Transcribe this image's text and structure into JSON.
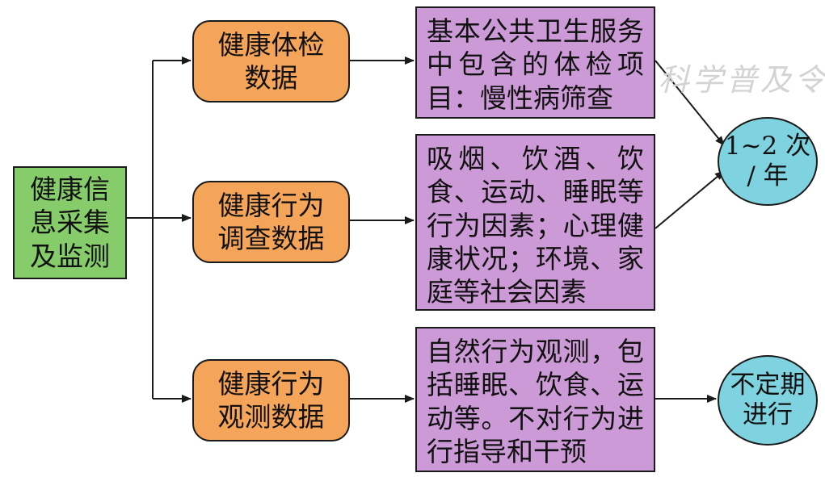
{
  "nodes": {
    "source": "健康信息采集及监测",
    "exam_data": "健康体检数据",
    "survey_data": "健康行为调查数据",
    "observe_data": "健康行为观测数据",
    "exam_detail": "基本公共卫生服务中包含的体检项目：慢性病筛查",
    "survey_detail": "吸烟、饮酒、饮食、运动、睡眠等行为因素；心理健康状况；环境、家庭等社会因素",
    "observe_detail": "自然行为观测，包括睡眠、饮食、运动等。不对行为进行指导和干预",
    "freq_regular": "1~2 次 / 年",
    "freq_irregular": "不定期进行"
  },
  "watermark": "科学普及令",
  "colors": {
    "source_fill": "#86cc6a",
    "data_fill": "#f5a55a",
    "detail_fill": "#cc9ad6",
    "freq_fill": "#7fd3e0",
    "line": "#1a1a1a"
  }
}
